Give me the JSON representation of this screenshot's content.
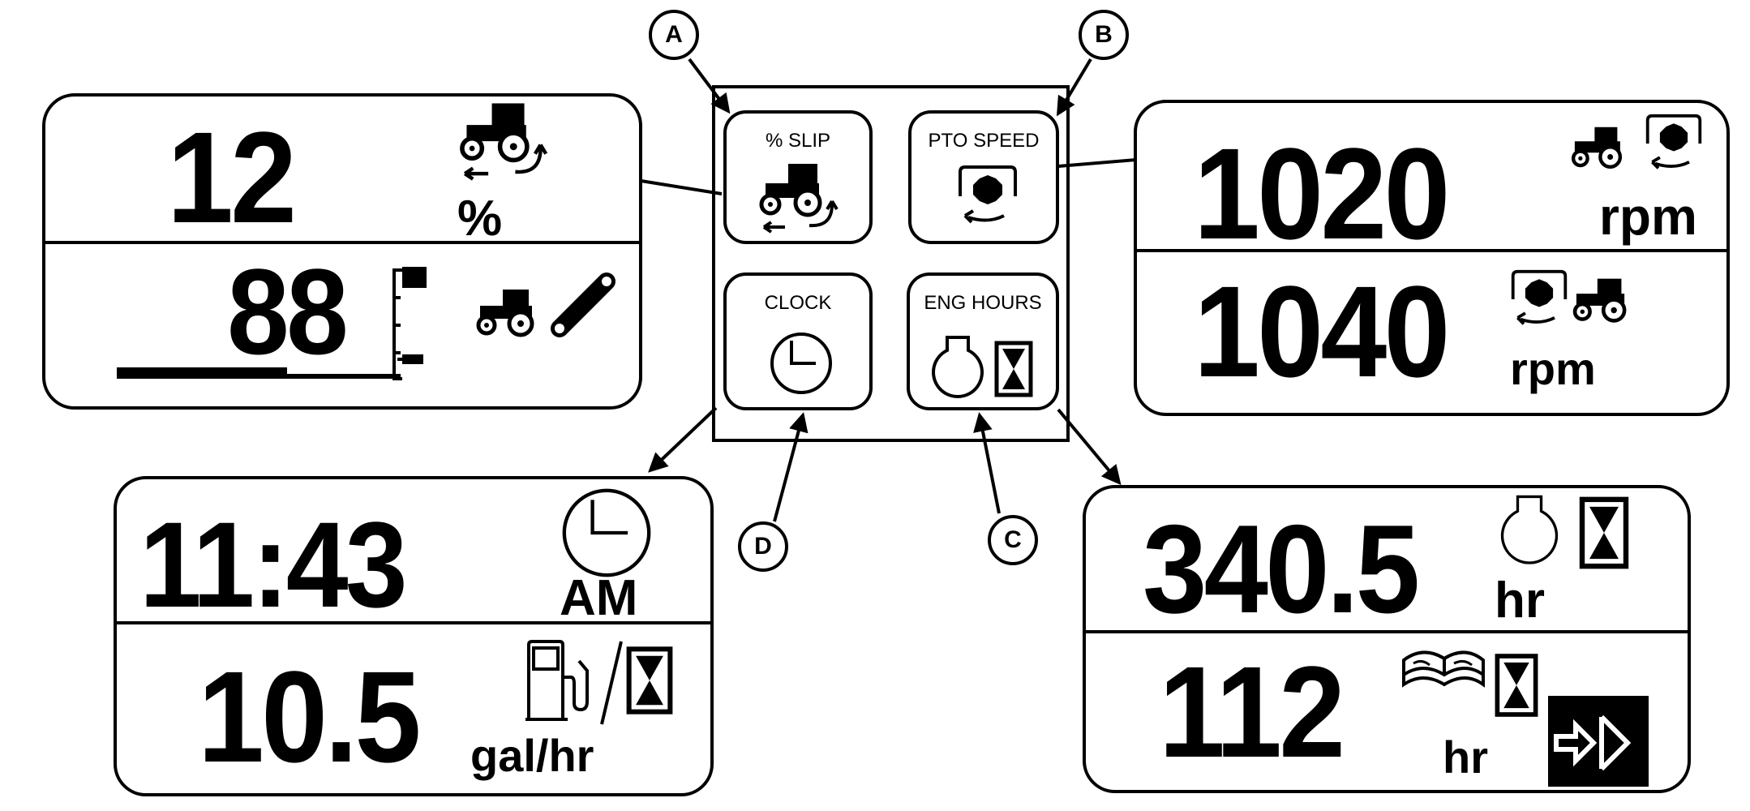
{
  "panels": {
    "slip": {
      "top_value": "12",
      "top_unit": "%",
      "bottom_value": "88",
      "bottom_bar_fraction": 0.6
    },
    "pto": {
      "top_value": "1020",
      "top_unit": "rpm",
      "bottom_value": "1040",
      "bottom_unit": "rpm"
    },
    "clock": {
      "top_value": "11:43",
      "top_unit": "AM",
      "bottom_value": "10.5",
      "bottom_unit": "gal/hr"
    },
    "hours": {
      "top_value": "340.5",
      "top_unit": "hr",
      "bottom_value": "112",
      "bottom_unit": "hr"
    }
  },
  "keypad": {
    "slip_label": "% SLIP",
    "pto_label": "PTO SPEED",
    "clock_label": "CLOCK",
    "hours_label": "ENG HOURS"
  },
  "callouts": {
    "a": "A",
    "b": "B",
    "c": "C",
    "d": "D"
  },
  "icons": [
    "tractor-slip-icon",
    "tractor-icon",
    "hitch-arm-icon",
    "pto-shaft-icon",
    "clock-icon",
    "fuel-pump-icon",
    "hourglass-icon",
    "engine-icon",
    "service-book-icon",
    "enter-arrow-icon"
  ]
}
